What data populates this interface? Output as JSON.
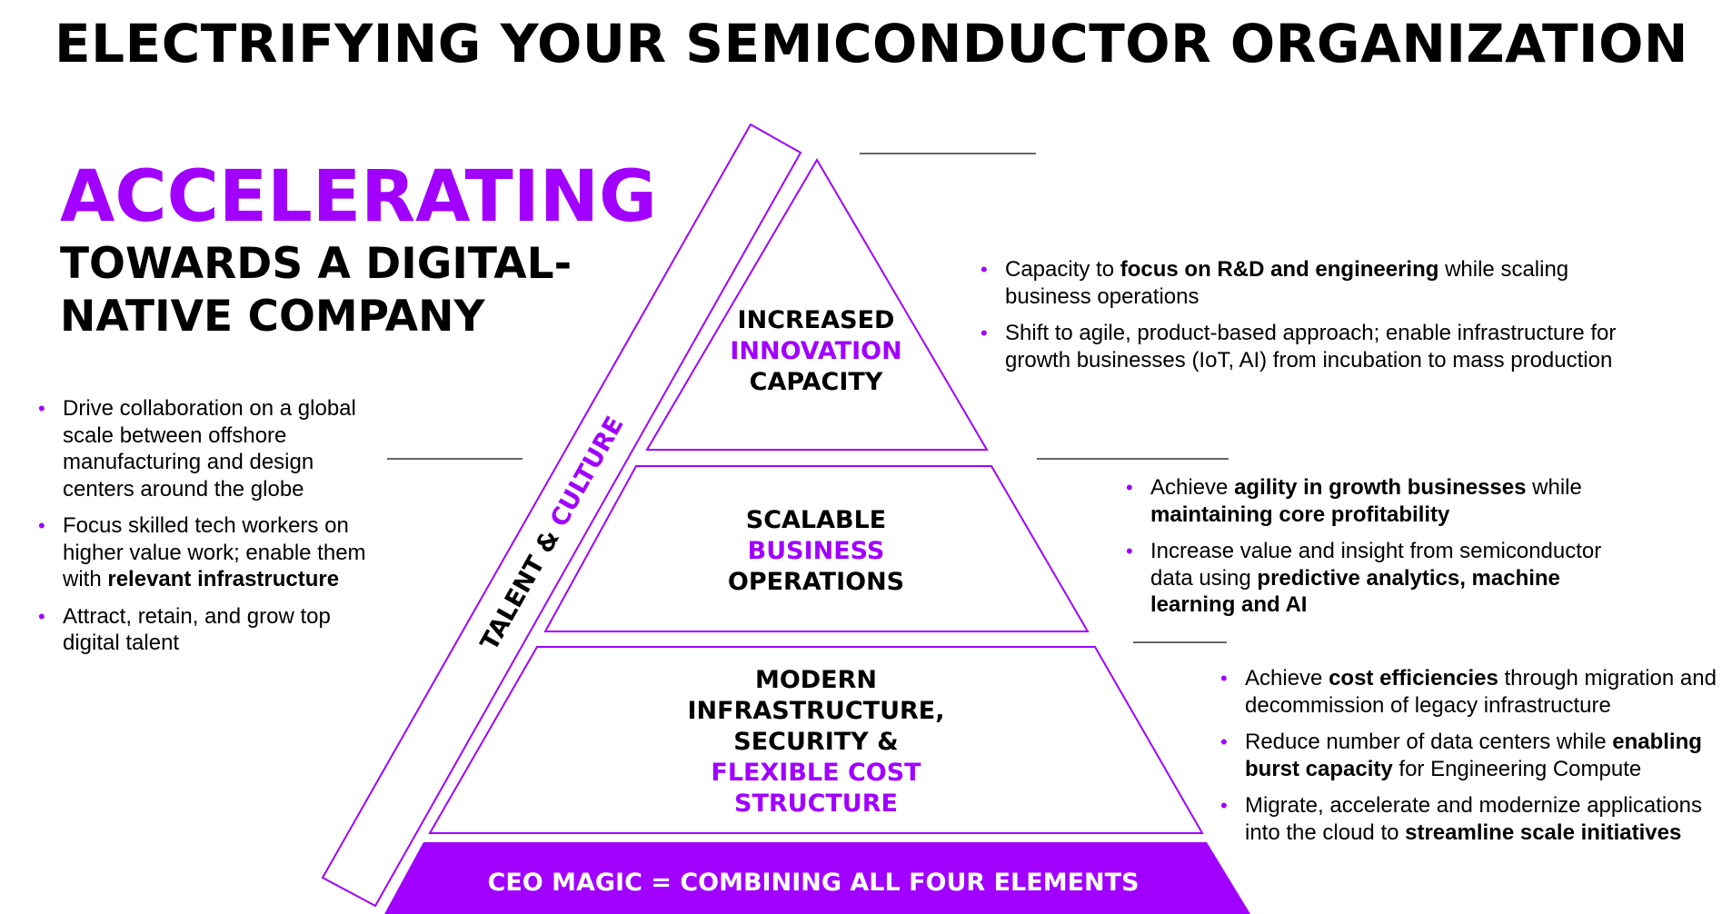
{
  "title": "ELECTRIFYING YOUR SEMICONDUCTOR ORGANIZATION",
  "accelerating": {
    "headline": "ACCELERATING",
    "line1": "TOWARDS A DIGITAL-",
    "line2": "NATIVE COMPANY"
  },
  "talent_culture": {
    "part1": "TALENT & ",
    "part2": "CULTURE"
  },
  "tiers": {
    "top": {
      "line1": "INCREASED",
      "line2": "INNOVATION",
      "line3": "CAPACITY"
    },
    "middle": {
      "line1": "SCALABLE",
      "line2": "BUSINESS",
      "line3": "OPERATIONS"
    },
    "bottom": {
      "line1": "MODERN",
      "line2": "INFRASTRUCTURE,",
      "line3": "SECURITY &",
      "line4": "FLEXIBLE COST",
      "line5": "STRUCTURE"
    }
  },
  "base_banner": "CEO MAGIC = COMBINING ALL FOUR ELEMENTS",
  "bullets_left": [
    {
      "a": "Drive collaboration on a global scale between offshore manufacturing and design centers around the globe",
      "b": "",
      "c": ""
    },
    {
      "a": "Focus skilled tech workers on higher value work; enable them with ",
      "b": "relevant infrastructure",
      "c": ""
    },
    {
      "a": "Attract, retain, and grow top digital talent",
      "b": "",
      "c": ""
    }
  ],
  "bullets_top": [
    {
      "a": "Capacity to ",
      "b": "focus on R&D and engineering",
      "c": " while scaling business operations"
    },
    {
      "a": "Shift to agile, product-based approach; enable infrastructure for growth businesses (IoT, AI) from incubation to mass production",
      "b": "",
      "c": ""
    }
  ],
  "bullets_middle": [
    {
      "a": "Achieve ",
      "b": "agility in growth businesses",
      "c": " while ",
      "d": "maintaining core profitability"
    },
    {
      "a": "Increase value and insight from semiconductor data using ",
      "b": "predictive analytics, machine learning and AI",
      "c": "",
      "d": ""
    }
  ],
  "bullets_bottom": [
    {
      "a": "Achieve ",
      "b": "cost efficiencies",
      "c": " through migration and decommission of legacy infrastructure"
    },
    {
      "a": "Reduce number of data centers while ",
      "b": "enabling burst capacity",
      "c": " for Engineering Compute"
    },
    {
      "a": "Migrate, accelerate and modernize applications into the cloud to ",
      "b": "streamline scale initiatives",
      "c": ""
    }
  ],
  "colors": {
    "accent": "#a100ff",
    "text": "#000000",
    "background": "#ffffff",
    "banner_text": "#ffffff"
  }
}
